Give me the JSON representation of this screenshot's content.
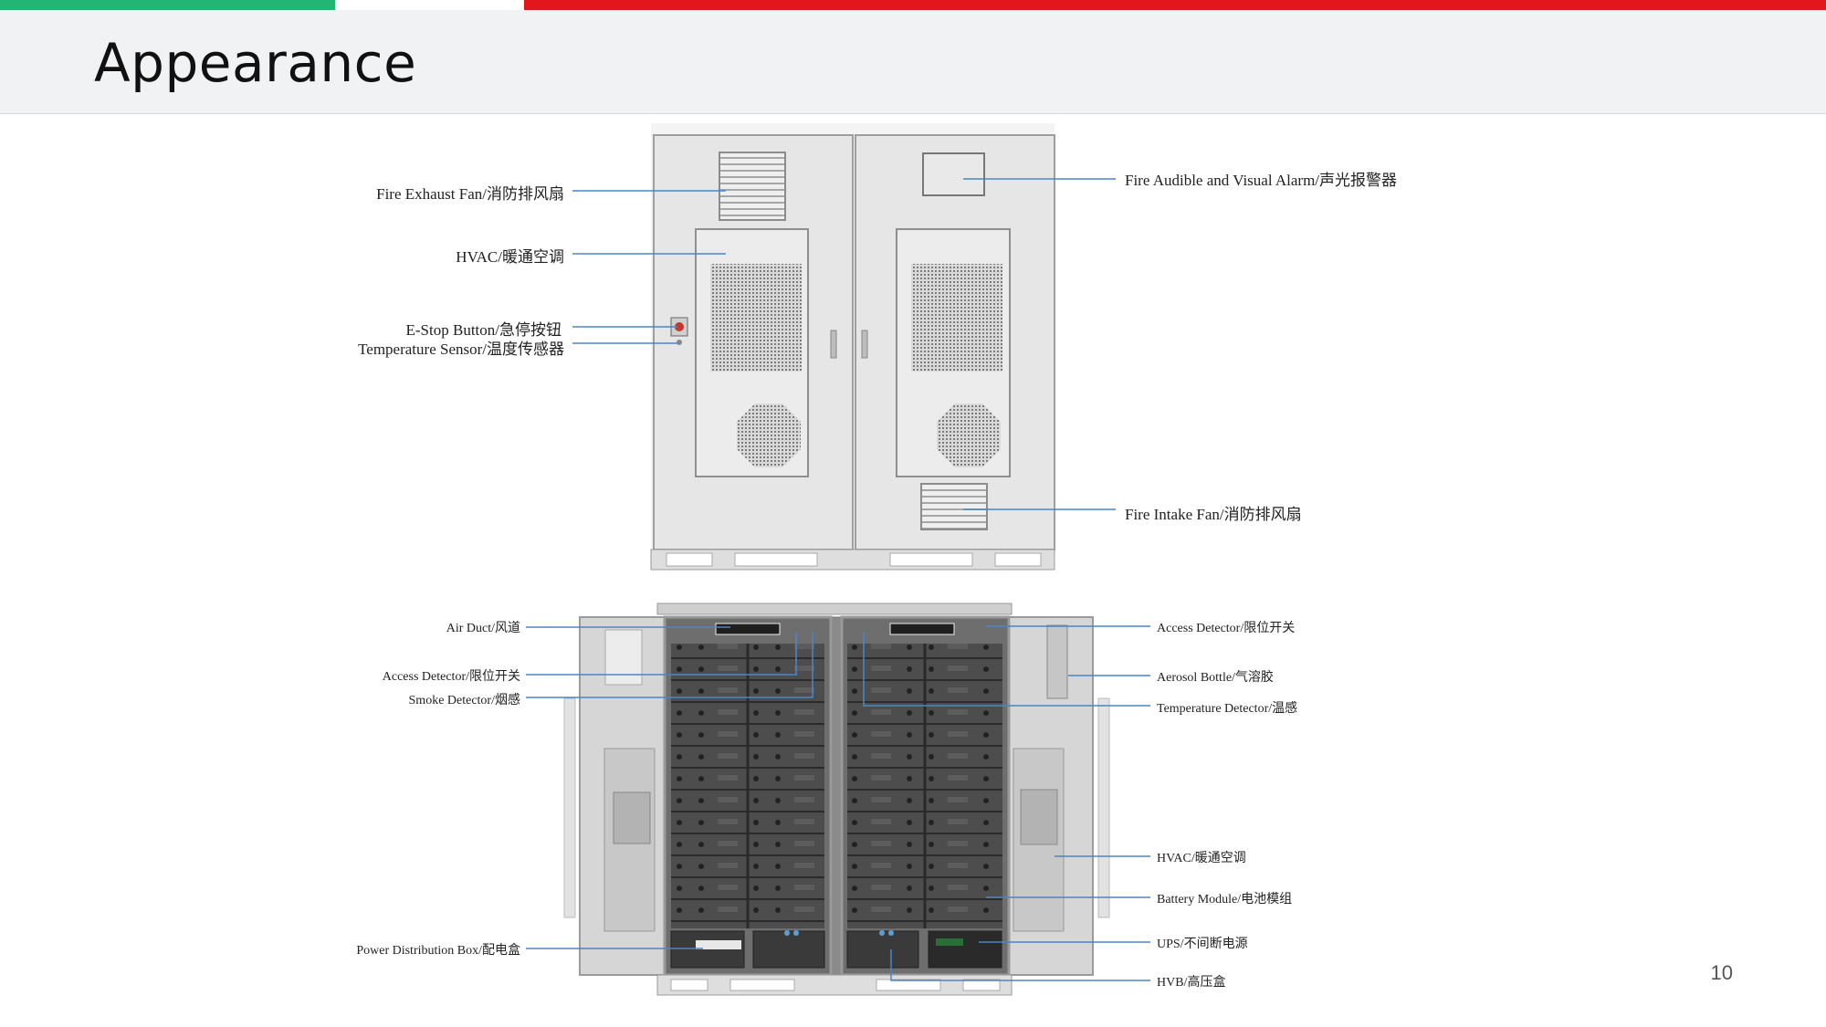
{
  "slide": {
    "title": "Appearance",
    "page_number": "10",
    "accent_colors": {
      "green": "#22b573",
      "red": "#e3161b",
      "leader": "#4a86c5"
    }
  },
  "top_view": {
    "left_labels": [
      "Fire Exhaust Fan/消防排风扇",
      "HVAC/暖通空调",
      "E-Stop Button/急停按钮",
      "Temperature Sensor/温度传感器"
    ],
    "right_labels": [
      "Fire Audible and Visual Alarm/声光报警器",
      "Fire Intake Fan/消防排风扇"
    ]
  },
  "bottom_view": {
    "left_labels": [
      "Air Duct/风道",
      "Access Detector/限位开关",
      "Smoke Detector/烟感",
      "Power Distribution Box/配电盒"
    ],
    "right_labels": [
      "Access Detector/限位开关",
      "Aerosol Bottle/气溶胶",
      "Temperature Detector/温感",
      "HVAC/暖通空调",
      "Battery Module/电池模组",
      "UPS/不间断电源",
      "HVB/高压盒"
    ]
  }
}
